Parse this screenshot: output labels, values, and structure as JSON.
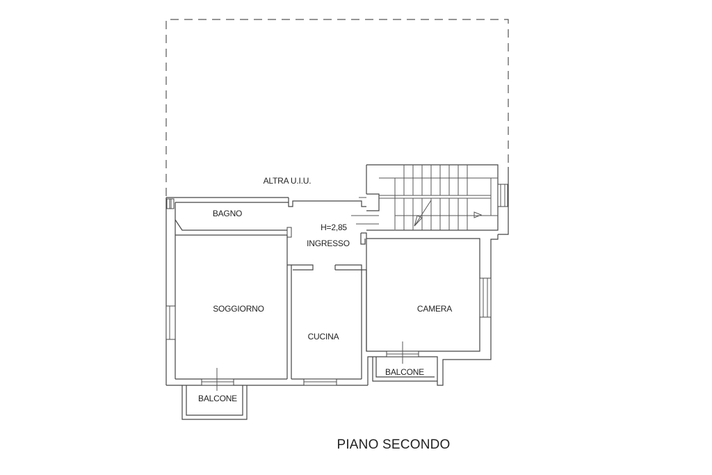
{
  "floor": {
    "title": "PIANO SECONDO",
    "rooms": {
      "altra_uiu": "ALTRA U.I.U.",
      "bagno": "BAGNO",
      "height": "H=2,85",
      "ingresso": "INGRESSO",
      "soggiorno": "SOGGIORNO",
      "cucina": "CUCINA",
      "camera": "CAMERA",
      "balcone_left": "BALCONE",
      "balcone_right": "BALCONE"
    }
  },
  "colors": {
    "wall": "#444444",
    "text": "#222222",
    "background": "#ffffff"
  }
}
